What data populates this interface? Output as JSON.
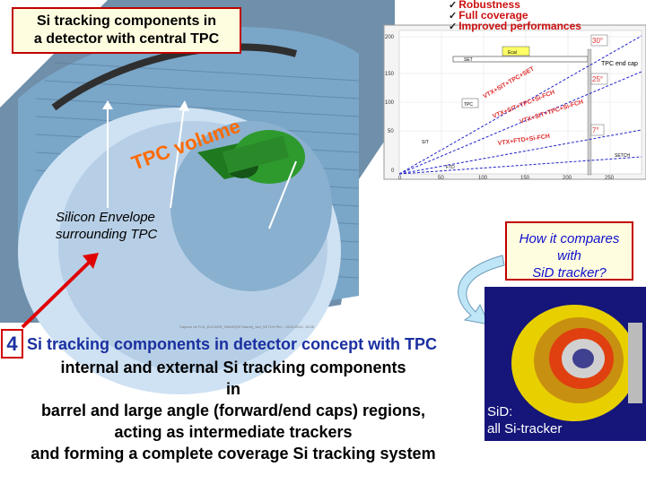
{
  "title": {
    "line1": "Si tracking components in",
    "line2": "a detector with central TPC"
  },
  "bullets": [
    "Robustness",
    "Full coverage",
    "Improved performances"
  ],
  "volume_label": "TPC volume",
  "envelope_label": {
    "line1": "Silicon Envelope",
    "line2": "surrounding TPC"
  },
  "compare_box": {
    "line1": "How it compares",
    "line2": "with",
    "line3": "SiD tracker?"
  },
  "sid_label": {
    "line1": "SiD:",
    "line2": "all Si-tracker"
  },
  "headline": {
    "number": "4",
    "text": "Si tracking components in detector concept with TPC"
  },
  "body": [
    "internal and external Si tracking components",
    "in",
    "barrel and large angle (forward/end caps) regions,",
    "acting as intermediate trackers",
    "and forming a complete coverage Si tracking system"
  ],
  "caption": "Capture de FLD_EUCARD_SiBAR(SETbarrel)_fwd_SETCH.Ptd – 15/11/2012, 15:05",
  "diagram": {
    "y_ticks": [
      "200",
      "150",
      "100",
      "50",
      "0"
    ],
    "x_ticks": [
      "0",
      "50",
      "100",
      "150",
      "200",
      "250"
    ],
    "angles": [
      "30°",
      "25°",
      "7°"
    ],
    "labels": [
      "SET",
      "Ecal",
      "TPC",
      "FTD",
      "SIT",
      "SETCH"
    ],
    "tpc_end_cap": "TPC end cap",
    "configs": [
      "VTX+SIT+TPC+SET",
      "VTX+SIT+TPC+Si-FCH",
      "VTX+SIT+TPC+Si-FCH",
      "VTX+FTD+Si-FCH"
    ]
  },
  "colors": {
    "accent_red": "#c00000",
    "headline_blue": "#1a30a0",
    "compare_blue": "#1010cc"
  }
}
